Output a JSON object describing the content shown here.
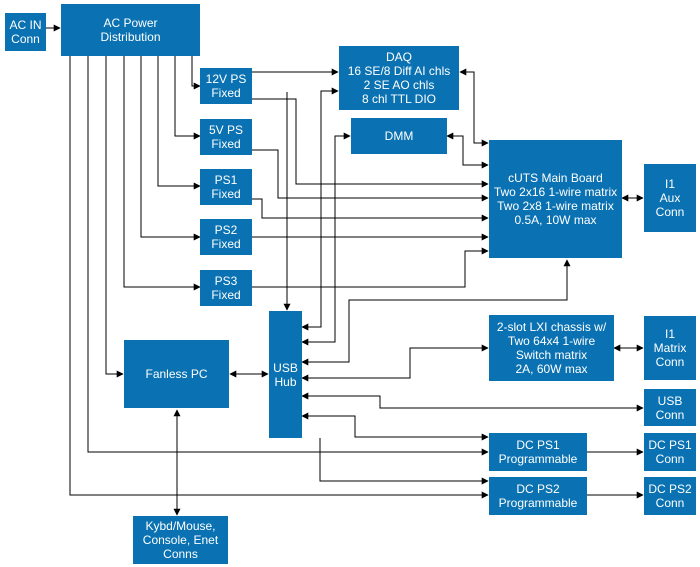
{
  "colors": {
    "box_fill": "#0a72b2",
    "box_text": "#ffffff",
    "line": "#000000"
  },
  "blocks": {
    "ac_in": [
      "AC IN",
      "Conn"
    ],
    "ac_power": [
      "AC Power",
      "Distribution"
    ],
    "ps12": [
      "12V PS",
      "Fixed"
    ],
    "ps5": [
      "5V PS",
      "Fixed"
    ],
    "ps1": [
      "PS1",
      "Fixed"
    ],
    "ps2": [
      "PS2",
      "Fixed"
    ],
    "ps3": [
      "PS3",
      "Fixed"
    ],
    "daq": [
      "DAQ",
      "16 SE/8 Diff AI chls",
      "2 SE AO chls",
      "8 chl TTL DIO"
    ],
    "dmm": [
      "DMM"
    ],
    "cuts": [
      "cUTS Main Board",
      "Two 2x16 1-wire matrix",
      "Two 2x8 1-wire matrix",
      "0.5A, 10W max"
    ],
    "i1_aux": [
      "I1",
      "Aux",
      "Conn"
    ],
    "fanless_pc": [
      "Fanless PC"
    ],
    "usb_hub": [
      "USB",
      "Hub"
    ],
    "lxi": [
      "2-slot LXI chassis w/",
      "Two 64x4 1-wire",
      "Switch matrix",
      "2A, 60W max"
    ],
    "i1_matrix": [
      "I1",
      "Matrix",
      "Conn"
    ],
    "usb_conn": [
      "USB",
      "Conn"
    ],
    "dc_ps1": [
      "DC PS1",
      "Programmable"
    ],
    "dc_ps1_conn": [
      "DC PS1",
      "Conn"
    ],
    "dc_ps2": [
      "DC PS2",
      "Programmable"
    ],
    "dc_ps2_conn": [
      "DC PS2",
      "Conn"
    ],
    "kybd": [
      "Kybd/Mouse,",
      "Console, Enet",
      "Conns"
    ]
  }
}
